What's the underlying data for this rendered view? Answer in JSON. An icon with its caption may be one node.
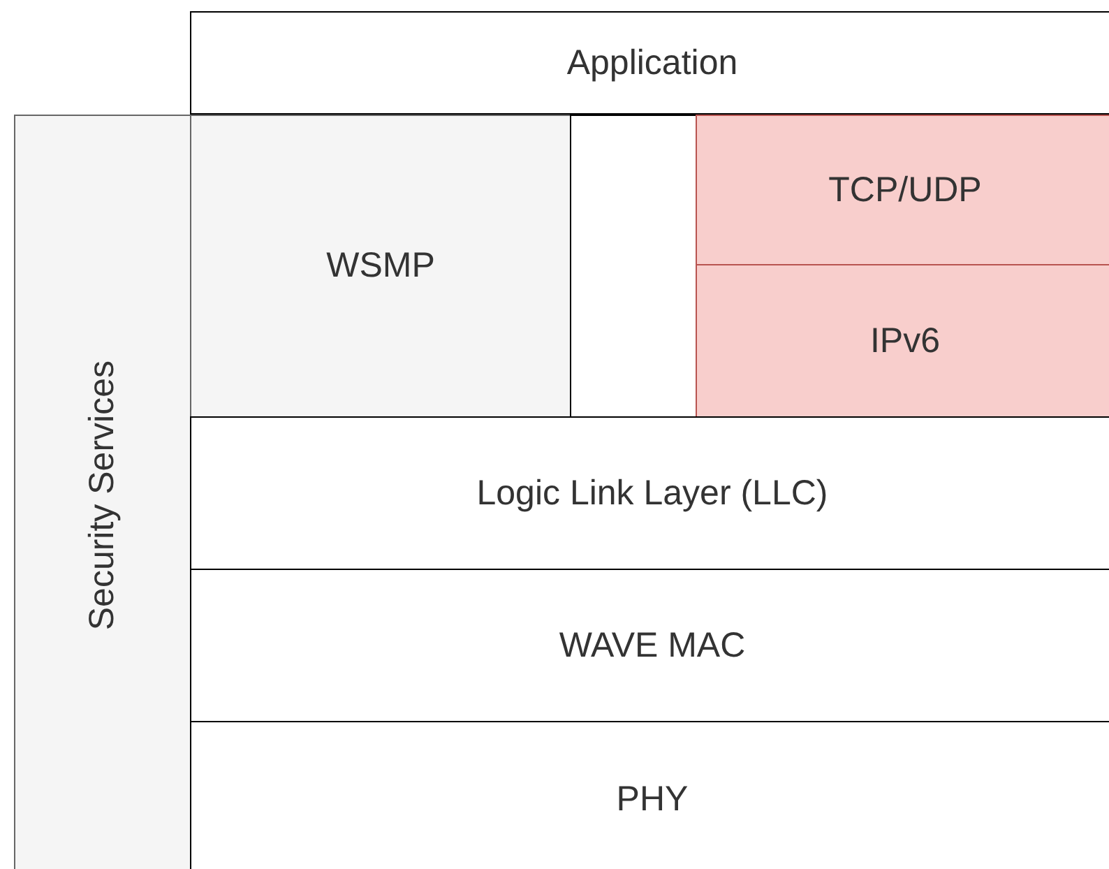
{
  "diagram": {
    "nodes": [
      {
        "text": [
          "Application"
        ]
      },
      {
        "text": [
          "Security Services"
        ]
      },
      {
        "text": [
          "WSMP"
        ]
      },
      {
        "text": [],
        "shape": "box"
      },
      {
        "text": [
          "TCP/UDP"
        ]
      },
      {
        "text": [
          "IPv6"
        ]
      },
      {
        "text": [
          "Logic Link Layer (LLC)"
        ]
      },
      {
        "text": [
          "WAVE MAC"
        ]
      },
      {
        "text": [
          "PHY"
        ]
      }
    ]
  }
}
